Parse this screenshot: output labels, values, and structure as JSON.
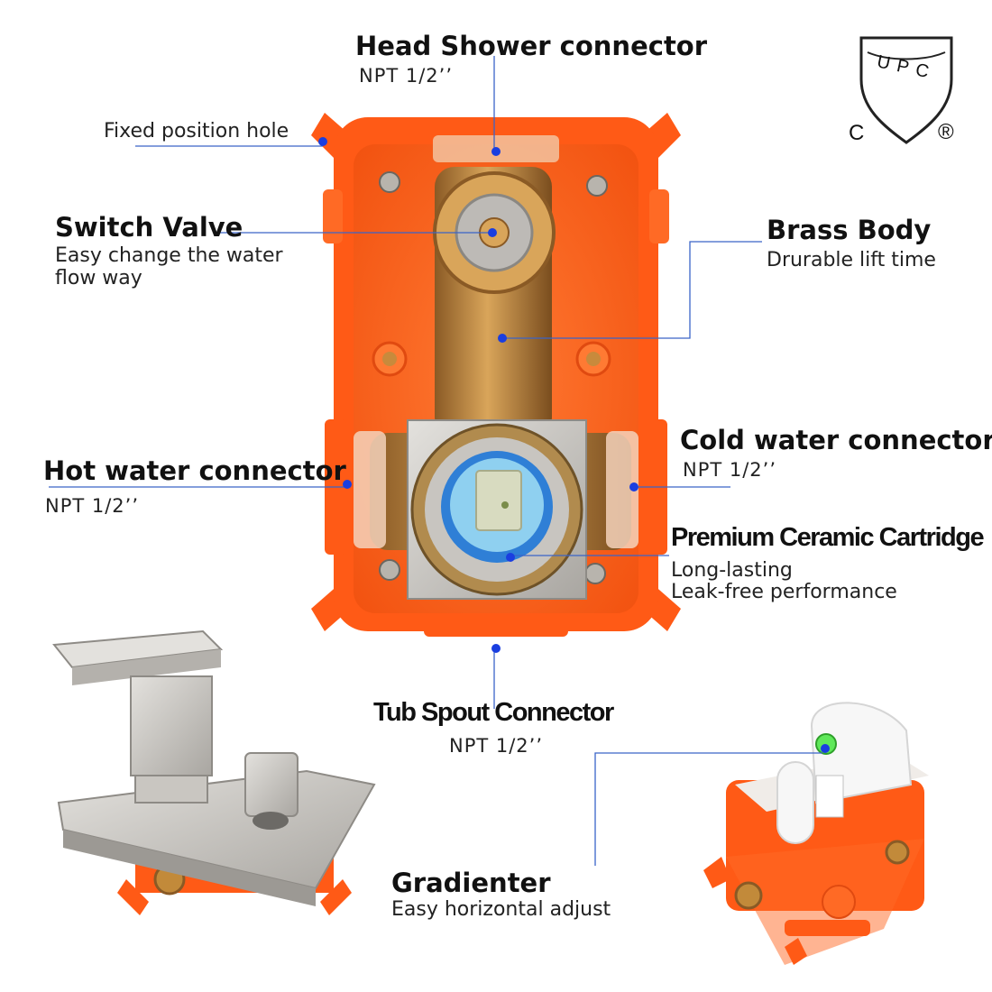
{
  "labels": {
    "head_shower": {
      "title": "Head Shower connector",
      "sub": "NPT  1/2’’"
    },
    "fixed_hole": {
      "title": "Fixed position hole"
    },
    "switch_valve": {
      "title": "Switch Valve",
      "sub1": "Easy change the water",
      "sub2": "flow way"
    },
    "brass_body": {
      "title": "Brass Body",
      "sub": "Drurable lift time"
    },
    "hot_water": {
      "title": "Hot water connector",
      "sub": "NPT  1/2’’"
    },
    "cold_water": {
      "title": "Cold water connector",
      "sub": "NPT  1/2’’"
    },
    "cartridge": {
      "title": "Premium Ceramic Cartridge",
      "sub1": "Long-lasting",
      "sub2": "Leak-free performance"
    },
    "tub_spout": {
      "title": "Tub Spout Connector",
      "sub": "NPT  1/2’’"
    },
    "gradienter": {
      "title": "Gradienter",
      "sub": "Easy horizontal adjust"
    }
  },
  "certification": {
    "mark": "UPC",
    "left": "C",
    "right": "®"
  },
  "colors": {
    "housing": "#ff5a16",
    "housing_inner": "#ff6a25",
    "brass": "#c08a3e",
    "chrome": "#c9c6c1",
    "leader": "#3366cc",
    "dot": "#1a3ee0"
  }
}
